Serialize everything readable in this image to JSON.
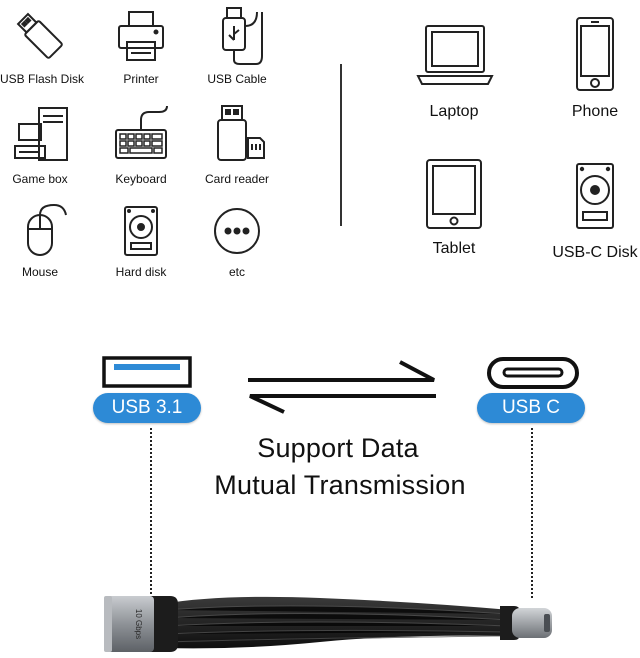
{
  "small_devices": [
    {
      "label": "USB Flash Disk",
      "icon": "usb-flash-disk-icon"
    },
    {
      "label": "Printer",
      "icon": "printer-icon"
    },
    {
      "label": "USB Cable",
      "icon": "usb-cable-icon"
    },
    {
      "label": "Game box",
      "icon": "game-box-icon"
    },
    {
      "label": "Keyboard",
      "icon": "keyboard-icon"
    },
    {
      "label": "Card reader",
      "icon": "card-reader-icon"
    },
    {
      "label": "Mouse",
      "icon": "mouse-icon"
    },
    {
      "label": "Hard disk",
      "icon": "hard-disk-icon"
    },
    {
      "label": "etc",
      "icon": "more-icon"
    }
  ],
  "large_devices": [
    {
      "label": "Laptop",
      "icon": "laptop-icon"
    },
    {
      "label": "Phone",
      "icon": "phone-icon"
    },
    {
      "label": "Tablet",
      "icon": "tablet-icon"
    },
    {
      "label": "USB-C Disk",
      "icon": "usb-c-disk-icon"
    }
  ],
  "connectors": {
    "left": {
      "label": "USB 3.1",
      "icon": "usb-a-port-icon"
    },
    "right": {
      "label": "USB C",
      "icon": "usb-c-port-icon"
    }
  },
  "headline": {
    "line1": "Support Data",
    "line2": "Mutual Transmission"
  },
  "cable": {
    "spec_text": "10 Gbps",
    "colors": {
      "accent_blue": "#2d8ad6",
      "cable_black": "#1a1a1a",
      "metal": "#9a9ea3"
    }
  }
}
